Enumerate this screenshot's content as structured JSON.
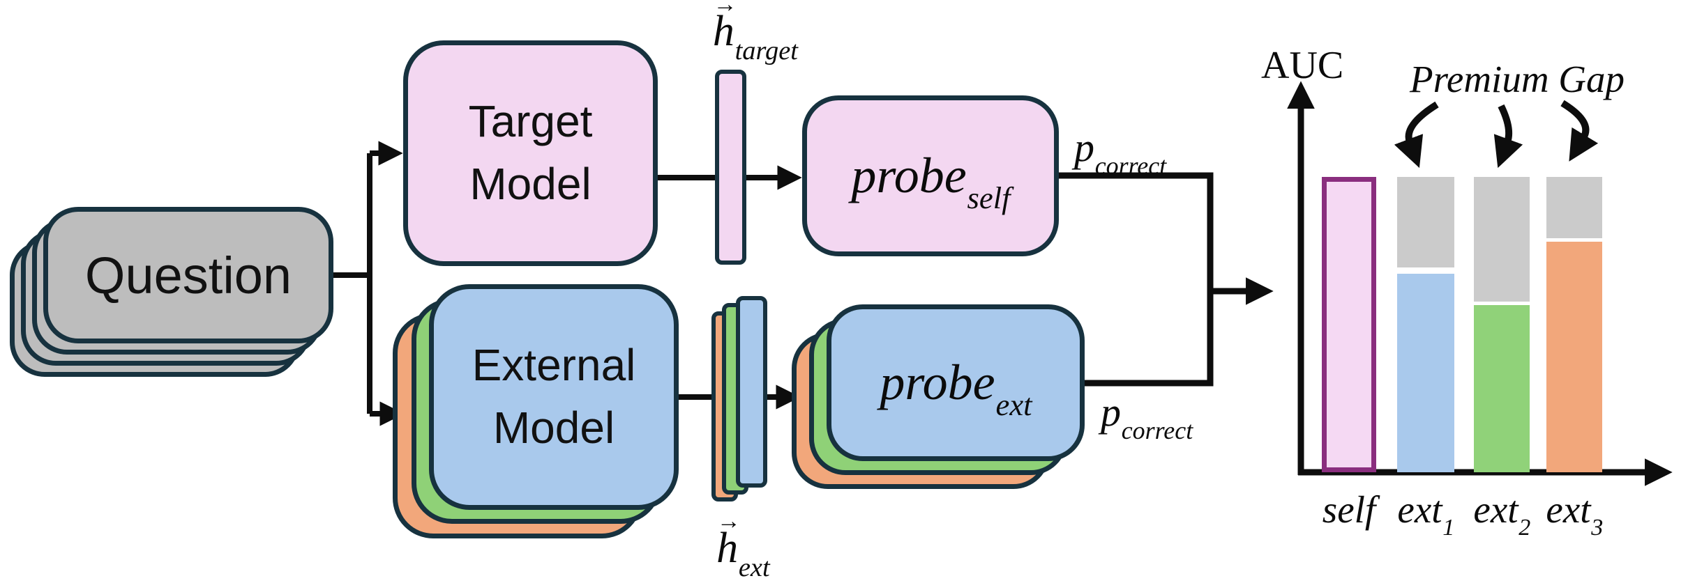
{
  "nodes": {
    "question": {
      "label": "Question"
    },
    "target_model": {
      "line1": "Target",
      "line2": "Model"
    },
    "external_model": {
      "line1": "External",
      "line2": "Model"
    },
    "h_target": {
      "vector": "→",
      "base": "h",
      "sub": "target"
    },
    "h_ext": {
      "vector": "→",
      "base": "h",
      "sub": "ext"
    },
    "probe_self": {
      "base": "probe",
      "sub": "self"
    },
    "probe_ext": {
      "base": "probe",
      "sub": "ext"
    },
    "p_correct_self": {
      "base": "p",
      "sub": "correct"
    },
    "p_correct_ext": {
      "base": "p",
      "sub": "correct"
    }
  },
  "chart": {
    "y_axis_label": "AUC",
    "annotation": "Premium Gap",
    "x_labels": [
      {
        "base": "self",
        "sub": ""
      },
      {
        "base": "ext",
        "sub": "1"
      },
      {
        "base": "ext",
        "sub": "2"
      },
      {
        "base": "ext",
        "sub": "3"
      }
    ]
  },
  "chart_data": {
    "type": "bar",
    "title": "",
    "xlabel": "",
    "ylabel": "AUC",
    "annotation": "Premium Gap",
    "categories": [
      "self",
      "ext_1",
      "ext_2",
      "ext_3"
    ],
    "series": [
      {
        "name": "probe AUC (colored bar)",
        "values": [
          1.0,
          0.67,
          0.57,
          0.78
        ]
      },
      {
        "name": "Premium Gap (gray cap)",
        "values": [
          0.0,
          0.31,
          0.42,
          0.21
        ]
      }
    ],
    "ylim": [
      0,
      1.1
    ],
    "numeric_ticks_shown": false,
    "grid": false,
    "legend_position": "none",
    "bar_colors": [
      "#f5d9f3",
      "#a9c9ec",
      "#90d279",
      "#f2a77b"
    ],
    "gap_color": "#cbcbcb",
    "self_bar_border": "#8a2e7e"
  },
  "colors": {
    "outline_dark": "#17323f",
    "pink_fill": "#f3d7f1",
    "blue_fill": "#a9c9ec",
    "green_fill": "#8fd177",
    "orange_fill": "#f2a77b",
    "question_gray": "#bdbdbd",
    "gap_gray": "#cbcbcb",
    "purple_accent": "#8a2e7e",
    "double_arrow_gray": "#6e6e6e",
    "line_black": "#0d0d0d"
  }
}
